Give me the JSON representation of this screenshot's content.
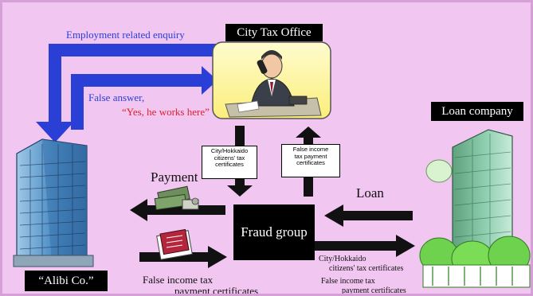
{
  "office": {
    "title": "City Tax Office"
  },
  "lender": {
    "title": "Loan company"
  },
  "alibi": {
    "title": "“Alibi Co.”"
  },
  "fraud": {
    "title": "Fraud group"
  },
  "enquiry": {
    "label": "Employment related enquiry"
  },
  "false_answer": {
    "line1": "False answer,",
    "line2": "“Yes, he works here”"
  },
  "note_left": {
    "line1": "City/Hokkaido",
    "line2": "citizens' tax",
    "line3": "certificates"
  },
  "note_right": {
    "line1": "False income",
    "line2": "tax payment",
    "line3": "certificates"
  },
  "payment": {
    "label": "Payment"
  },
  "loan": {
    "label": "Loan"
  },
  "bottom_left": {
    "line1": "False income tax",
    "line2": "payment certificates"
  },
  "bottom_right": {
    "line1": "City/Hokkaido",
    "line2": "citizens' tax certificates",
    "line3": "False income tax",
    "line4": "payment certificates"
  },
  "colors": {
    "background": "#f1c6f1",
    "arrow_blue": "#2a3fd6",
    "answer_red": "#e0202a",
    "office_card": "#fff9a8"
  }
}
